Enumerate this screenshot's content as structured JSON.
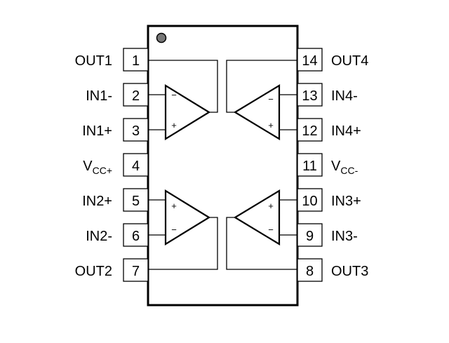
{
  "package": {
    "left_pins": [
      {
        "number": "1",
        "name": "OUT1"
      },
      {
        "number": "2",
        "name": "IN1-"
      },
      {
        "number": "3",
        "name": "IN1+"
      },
      {
        "number": "4",
        "name": "V",
        "sub": "CC+"
      },
      {
        "number": "5",
        "name": "IN2+"
      },
      {
        "number": "6",
        "name": "IN2-"
      },
      {
        "number": "7",
        "name": "OUT2"
      }
    ],
    "right_pins": [
      {
        "number": "14",
        "name": "OUT4"
      },
      {
        "number": "13",
        "name": "IN4-"
      },
      {
        "number": "12",
        "name": "IN4+"
      },
      {
        "number": "11",
        "name": "V",
        "sub": "CC-"
      },
      {
        "number": "10",
        "name": "IN3+"
      },
      {
        "number": "9",
        "name": "IN3-"
      },
      {
        "number": "8",
        "name": "OUT3"
      }
    ]
  },
  "amplifiers": {
    "a1": {
      "top_sign": "−",
      "bottom_sign": "+"
    },
    "a2": {
      "top_sign": "+",
      "bottom_sign": "−"
    },
    "a3": {
      "top_sign": "+",
      "bottom_sign": "−"
    },
    "a4": {
      "top_sign": "−",
      "bottom_sign": "+"
    }
  },
  "colors": {
    "ink": "#000000",
    "background": "#ffffff"
  }
}
